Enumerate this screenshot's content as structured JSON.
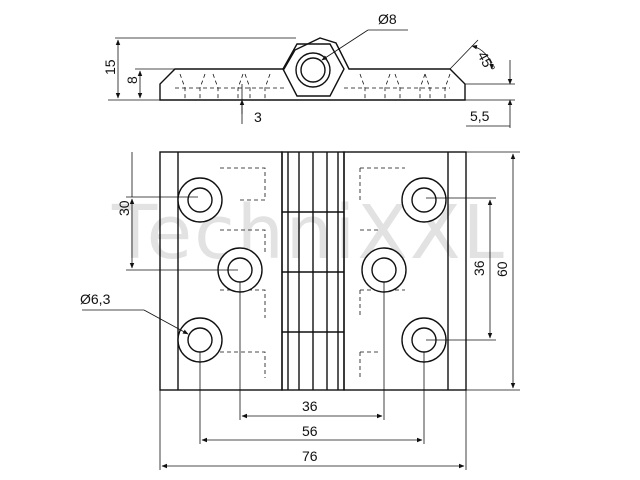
{
  "watermark": {
    "text": "TechniXXL",
    "color": "#e2e2e2"
  },
  "colors": {
    "line": "#111111",
    "background": "#ffffff"
  },
  "top_view": {
    "pin_diameter_label": "Ø8",
    "height_total_label": "15",
    "plate_thickness_label": "8",
    "offset_label": "3",
    "chamfer_label": "45°",
    "edge_thickness_label": "5,5"
  },
  "front_view": {
    "hole_diameter_label": "Ø6,3",
    "vertical_spacing_left_label": "30",
    "vertical_spacing_right_label": "36",
    "height_total_label": "60",
    "inner_hole_spacing_label": "36",
    "outer_hole_spacing_label": "56",
    "width_total_label": "76"
  }
}
